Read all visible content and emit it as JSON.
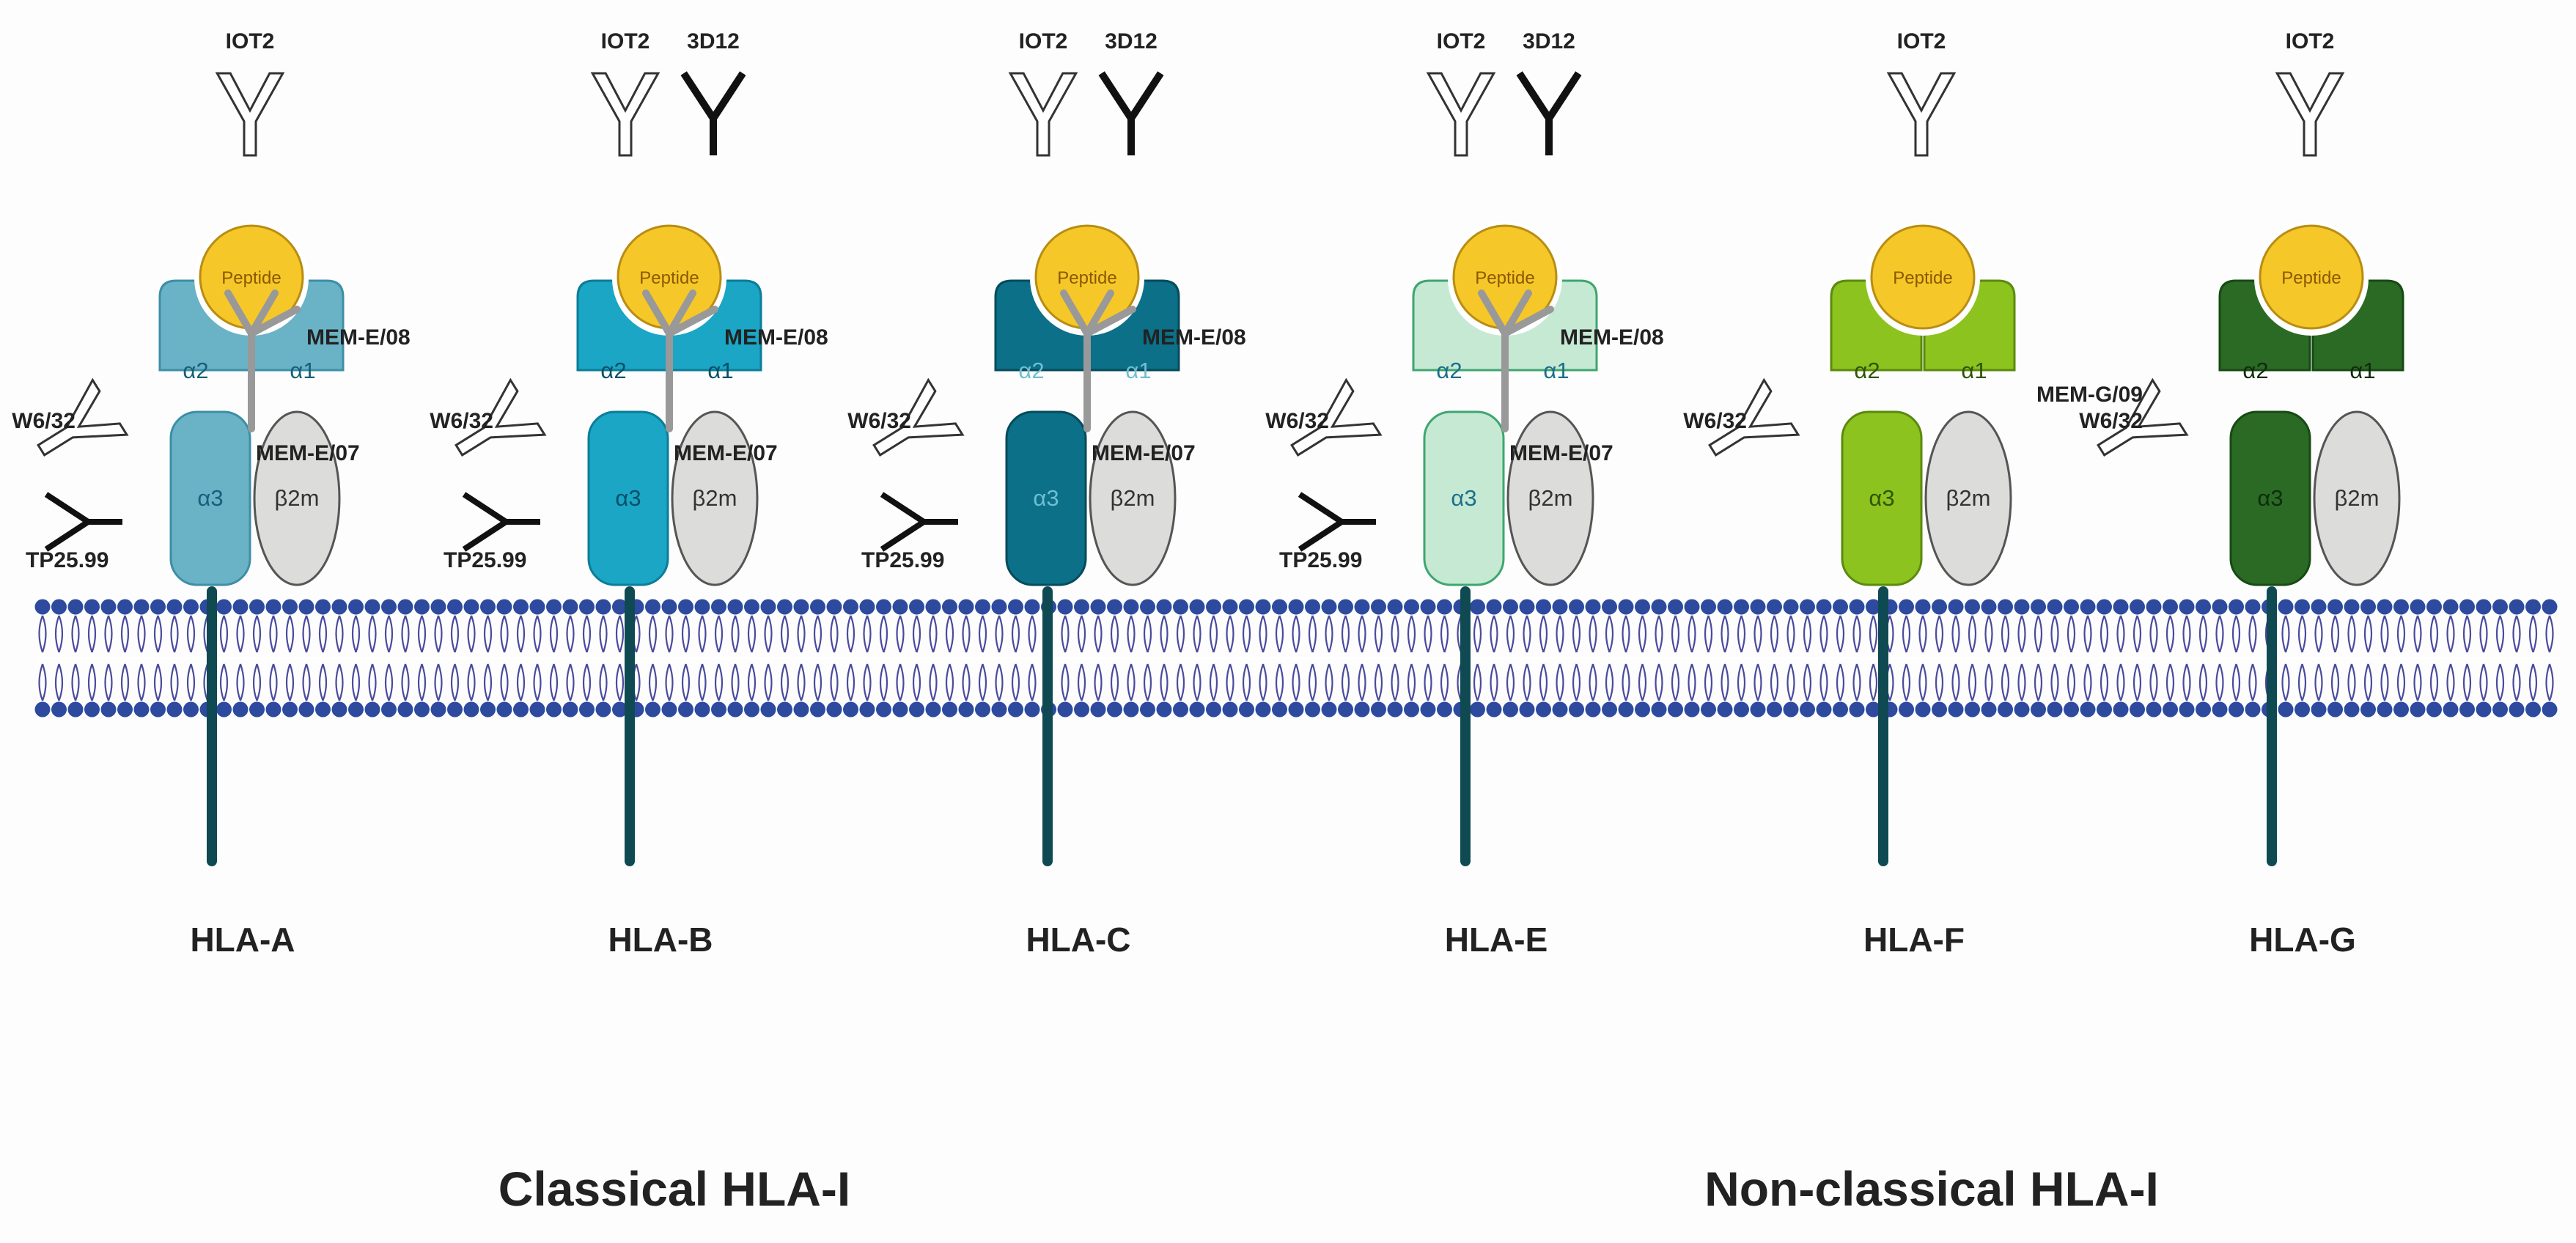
{
  "colors": {
    "peptide": "#f6c728",
    "peptide_stroke": "#b88d12",
    "b2m": "#dcdcda",
    "b2m_stroke": "#555555",
    "membrane_head": "#2d4a9e",
    "membrane_tail": "#4a4a9c",
    "stem": "#0f4a52",
    "mem_e_antibody": "#999999",
    "open_antibody_stroke": "#333333",
    "solid_antibody": "#111111"
  },
  "molecules": [
    {
      "name": "HLA-A",
      "fill": "#6ab3c6",
      "stroke": "#3d8ea6",
      "domain_text": "#15607a",
      "top_antibodies": [
        "IOT2"
      ],
      "mem_e": true,
      "w632": true,
      "tp2599": true,
      "side_label": "W6/32",
      "side_label2": ""
    },
    {
      "name": "HLA-B",
      "fill": "#1aa6c4",
      "stroke": "#0b7d99",
      "domain_text": "#07506a",
      "top_antibodies": [
        "IOT2",
        "3D12"
      ],
      "mem_e": true,
      "w632": true,
      "tp2599": true,
      "side_label": "W6/32",
      "side_label2": ""
    },
    {
      "name": "HLA-C",
      "fill": "#0b7088",
      "stroke": "#064b5c",
      "domain_text": "#6fbfd0",
      "top_antibodies": [
        "IOT2",
        "3D12"
      ],
      "mem_e": true,
      "w632": true,
      "tp2599": true,
      "side_label": "W6/32",
      "side_label2": ""
    },
    {
      "name": "HLA-E",
      "fill": "#c6e9d4",
      "stroke": "#3ea66e",
      "domain_text": "#1b6f8a",
      "top_antibodies": [
        "IOT2",
        "3D12"
      ],
      "mem_e": true,
      "w632": true,
      "tp2599": true,
      "side_label": "W6/32",
      "side_label2": ""
    },
    {
      "name": "HLA-F",
      "fill": "#8cc31e",
      "stroke": "#5b8a0e",
      "domain_text": "#2f5505",
      "top_antibodies": [
        "IOT2"
      ],
      "mem_e": false,
      "w632": true,
      "tp2599": false,
      "side_label": "W6/32",
      "side_label2": ""
    },
    {
      "name": "HLA-G",
      "fill": "#2a6a24",
      "stroke": "#174a14",
      "domain_text": "#0f2c0c",
      "top_antibodies": [
        "IOT2"
      ],
      "mem_e": false,
      "w632": true,
      "tp2599": false,
      "side_label": "MEM-G/09",
      "side_label2": "W6/32"
    }
  ],
  "labels": {
    "peptide": "Peptide",
    "alpha1": "α1",
    "alpha2": "α2",
    "alpha3": "α3",
    "b2m": "β2m",
    "mem_e08": "MEM-E/08",
    "mem_e07": "MEM-E/07",
    "tp2599": "TP25.99"
  },
  "groups": {
    "classical": "Classical HLA-I",
    "nonclassical": "Non-classical HLA-I"
  }
}
